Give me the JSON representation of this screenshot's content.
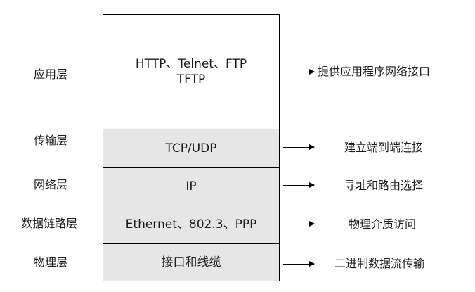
{
  "layers": [
    {
      "name": "应用层",
      "protocol_line1": "HTTP、Telnet、FTP",
      "protocol_line2": "TFTP",
      "function": "提供应用程序网络接口"
    },
    {
      "name": "传输层",
      "protocol_line1": "TCP/UDP",
      "function": "建立端到端连接"
    },
    {
      "name": "网络层",
      "protocol_line1": "IP",
      "function": "寻址和路由选择"
    },
    {
      "name": "数据链路层",
      "protocol_line1": "Ethernet、802.3、PPP",
      "function": "物理介质访问"
    },
    {
      "name": "物理层",
      "protocol_line1": "接口和线缆",
      "function": "二进制数据流传输"
    }
  ],
  "colors": {
    "border": "#000000",
    "shaded_fill": "#e6e6e6",
    "top_fill": "#ffffff"
  }
}
